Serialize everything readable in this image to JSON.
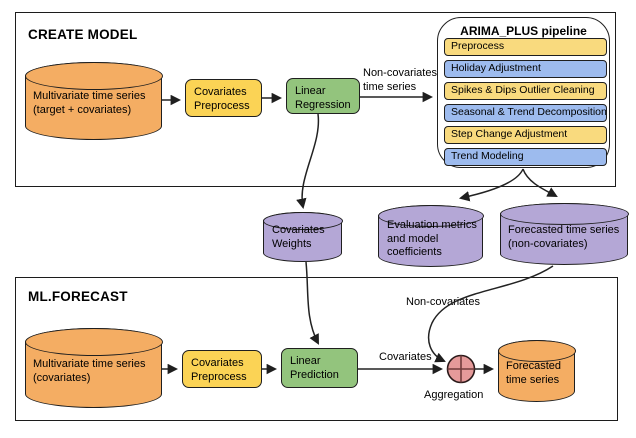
{
  "diagram": {
    "create_model": {
      "title": "CREATE MODEL",
      "input_cylinder_label": "Multivariate time series\n(target + covariates)",
      "covariates_preprocess_label": "Covariates\nPreprocess",
      "linear_regression_label": "Linear\nRegression",
      "edge_label_non_covariates_time_series": "Non-covariates\ntime series",
      "pipeline": {
        "title": "ARIMA_PLUS pipeline",
        "items": [
          {
            "label": "Preprocess"
          },
          {
            "label": "Holiday Adjustment"
          },
          {
            "label": "Spikes & Dips Outlier Cleaning"
          },
          {
            "label": "Seasonal & Trend Decomposition"
          },
          {
            "label": "Step Change Adjustment"
          },
          {
            "label": "Trend Modeling"
          }
        ]
      }
    },
    "intermediate_outputs": {
      "covariates_weights_label": "Covariates\nWeights",
      "evaluation_metrics_label": "Evaluation metrics\nand model\ncoefficients",
      "forecasted_non_covariates_label": "Forecasted time series\n(non-covariates)"
    },
    "ml_forecast": {
      "title": "ML.FORECAST",
      "input_cylinder_label": "Multivariate time series\n(covariates)",
      "covariates_preprocess_label": "Covariates\nPreprocess",
      "linear_prediction_label": "Linear\nPrediction",
      "edge_label_covariates": "Covariates",
      "edge_label_non_covariates": "Non-covariates",
      "aggregation_label": "Aggregation",
      "output_cylinder_label": "Forecasted\ntime series"
    },
    "colors": {
      "orange": "#F4AD63",
      "yellow": "#FBD355",
      "pipeline_yellow": "#F9DA7E",
      "pipeline_blue": "#9DBBEE",
      "green": "#93C47D",
      "purple": "#B4A7D6",
      "aggregation_pink": "#E59A9A",
      "aggregation_cross": "#703B3B",
      "line": "#222222"
    }
  }
}
